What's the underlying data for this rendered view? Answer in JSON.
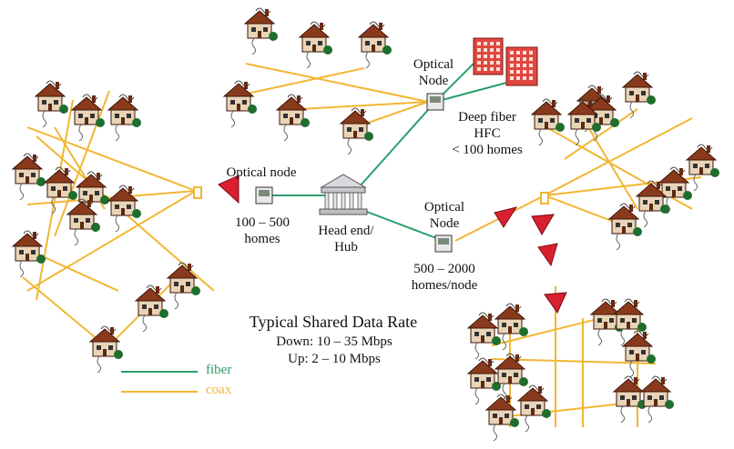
{
  "labels": {
    "optical_node_top": [
      "Optical",
      "Node"
    ],
    "deep_fiber": [
      "Deep fiber",
      "HFC",
      "< 100 homes"
    ],
    "optical_node_left": "Optical node",
    "homes_left": [
      "100 – 500",
      "homes"
    ],
    "head_end": [
      "Head end/",
      "Hub"
    ],
    "optical_node_right": [
      "Optical",
      "Node"
    ],
    "homes_right": [
      "500 – 2000",
      "homes/node"
    ],
    "rate_title": "Typical Shared Data Rate",
    "rate_down": "Down: 10 – 35 Mbps",
    "rate_up": "Up: 2 – 10 Mbps"
  },
  "legend": [
    {
      "label": "fiber",
      "color": "#2a9d6b"
    },
    {
      "label": "coax",
      "color": "#f2b632"
    }
  ],
  "colors": {
    "fiber": "#2a9d6b",
    "coax": "#f2b632",
    "amplifier": "#d8202f",
    "house_roof": "#8a3a1c",
    "house_wall": "#e9d4b8",
    "building": "#e0473f"
  },
  "icons": [
    "house-icon",
    "head-end-building-icon",
    "optical-node-icon",
    "amplifier-icon",
    "office-building-icon",
    "tap-icon"
  ]
}
